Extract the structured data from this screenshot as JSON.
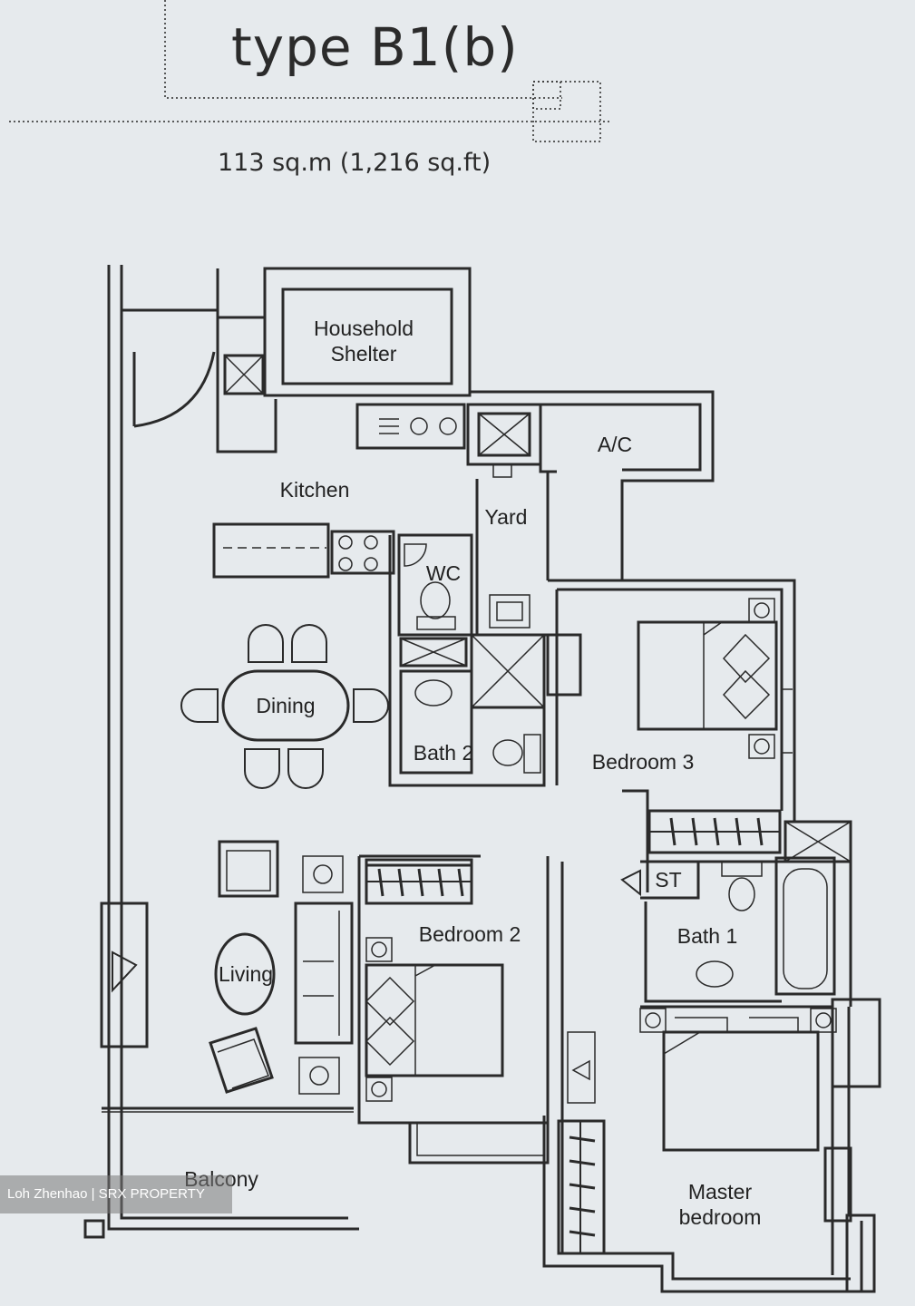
{
  "header": {
    "title": "type B1(b)",
    "area": "113 sq.m (1,216 sq.ft)"
  },
  "rooms": {
    "household_shelter": "Household\nShelter",
    "kitchen": "Kitchen",
    "yard": "Yard",
    "ac": "A/C",
    "wc": "WC",
    "dining": "Dining",
    "bath2": "Bath 2",
    "bedroom3": "Bedroom 3",
    "st": "ST",
    "bath1": "Bath 1",
    "bedroom2": "Bedroom 2",
    "living": "Living",
    "balcony": "Balcony",
    "master_bedroom": "Master\nbedroom"
  },
  "watermark": "Loh Zhenhao | SRX PROPERTY",
  "colors": {
    "line": "#2a2a2a",
    "paper": "#e6eaed"
  }
}
